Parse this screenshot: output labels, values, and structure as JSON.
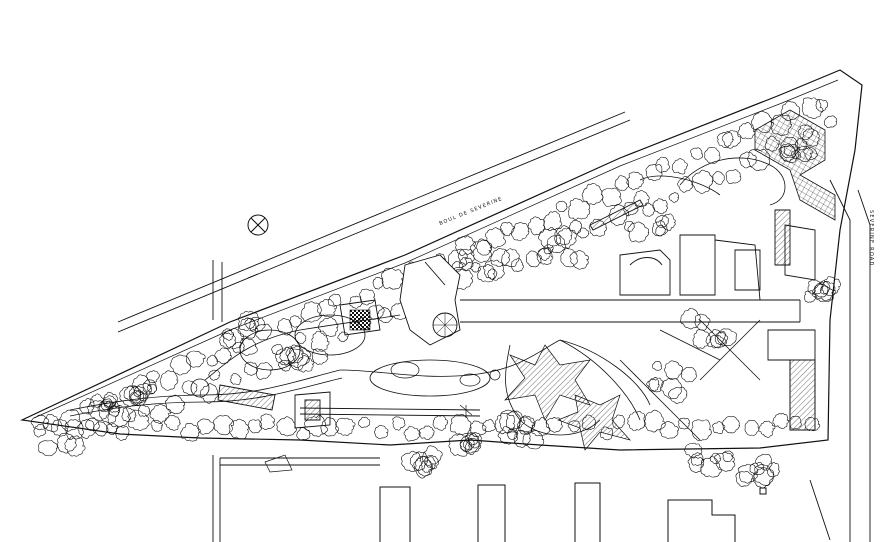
{
  "drawing": {
    "style": "black-and-white ink site plan",
    "line_color": "#111111",
    "background": "#ffffff"
  },
  "labels": {
    "top_road": "BOUL DE SEVERINE",
    "right_road": "SEVERINE ROAD"
  },
  "symbols": {
    "north_marker": "circle-x-icon"
  }
}
